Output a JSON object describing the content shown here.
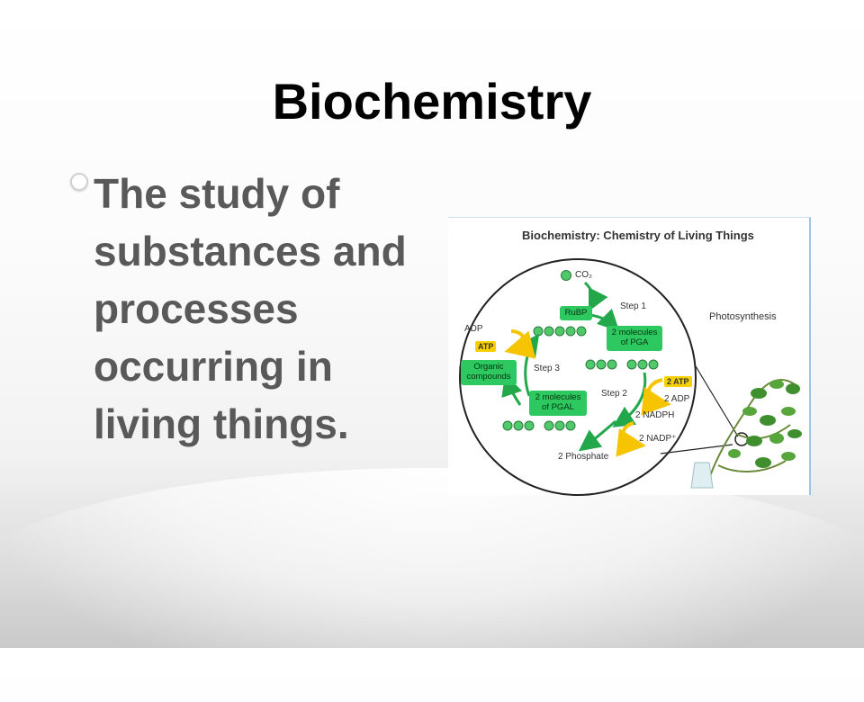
{
  "slide": {
    "title": "Biochemistry",
    "bullet": "The study of substances and processes occurring in living things."
  },
  "figure": {
    "title": "Biochemistry: Chemistry of Living Things",
    "co2": "CO₂",
    "step1": "Step 1",
    "step2": "Step 2",
    "step3": "Step 3",
    "rubp": "RuBP",
    "pga": "2 molecules of PGA",
    "pgal": "2 molecules of PGAL",
    "organic": "Organic compounds",
    "adp_left": "ADP",
    "atp_left": "ATP",
    "atp_right": "2 ATP",
    "adp_right": "2 ADP",
    "nadph": "2 NADPH",
    "nadp": "2 NADP⁺",
    "phosphate": "2 Phosphate",
    "photosynthesis": "Photosynthesis"
  },
  "colors": {
    "accent_green": "#2ec860",
    "arrow_green": "#22a84a",
    "molecule_green": "#4fc96a",
    "energy_yellow": "#f6c400",
    "frame_blue": "#9cc6e6"
  }
}
